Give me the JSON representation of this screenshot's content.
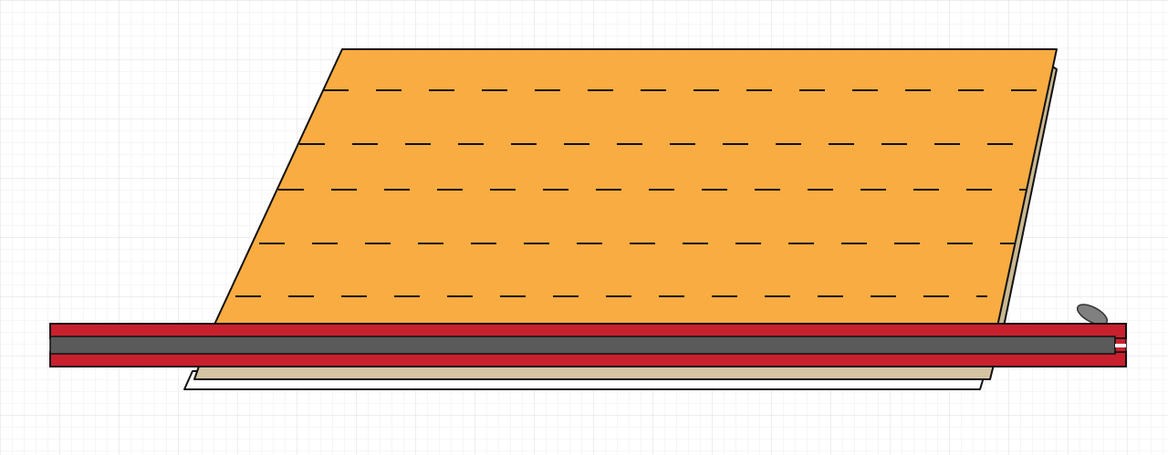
{
  "canvas": {
    "background_color": "#ffffff",
    "grid_minor_color": "#eeeeee",
    "grid_major_color": "#dedede",
    "grid_visible": true
  },
  "diagram": {
    "elements": [
      {
        "name": "white-back-sheet",
        "color": "#ffffff"
      },
      {
        "name": "tan-back-sheet",
        "color": "#d4c4a4"
      },
      {
        "name": "orange-sheet",
        "color": "#f9ac42"
      },
      {
        "name": "sheet-side-edge",
        "color": "#c9b891"
      },
      {
        "name": "red-binding-bar",
        "color": "#c8202e"
      },
      {
        "name": "gray-zipper-teeth",
        "color": "#5a5a5a"
      },
      {
        "name": "zipper-pull-tab",
        "color": "#808080"
      }
    ],
    "dashed_fold_lines": 5,
    "outline_color": "#111111"
  }
}
